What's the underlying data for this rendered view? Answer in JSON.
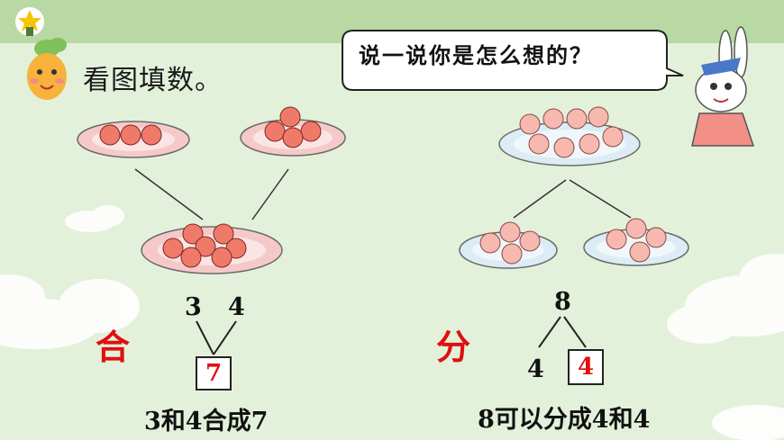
{
  "title": "看图填数。",
  "bubble": "说一说你是怎么想的？",
  "combine": {
    "label": "合",
    "top_left": "3",
    "top_right": "4",
    "answer": "7",
    "sentence": "3和4合成7"
  },
  "split": {
    "label": "分",
    "top": "8",
    "bottom_left": "4",
    "answer": "4",
    "sentence": "8可以分成4和4"
  },
  "colors": {
    "background": "#e3f1da",
    "accent_red": "#e01010",
    "plate": "#f6c9c9",
    "plate_blue": "#dcecf5",
    "apple": "#f07a6a",
    "peach": "#f7b8b0"
  }
}
